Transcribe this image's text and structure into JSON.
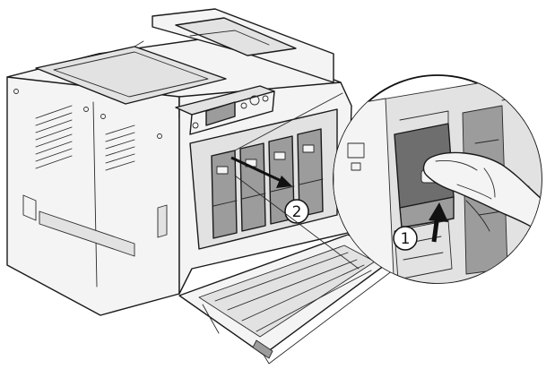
{
  "steps": [
    {
      "label": "1",
      "action": "push-up"
    },
    {
      "label": "2",
      "action": "pull-out"
    }
  ],
  "icons": {
    "step_circle": "numbered-circle-icon",
    "arrow_up": "arrow-up-icon",
    "arrow_pull": "arrow-down-right-icon"
  },
  "colors": {
    "line": "#1a1a1a",
    "surface": "#f4f4f4",
    "cartridge": "#9c9c9c"
  }
}
